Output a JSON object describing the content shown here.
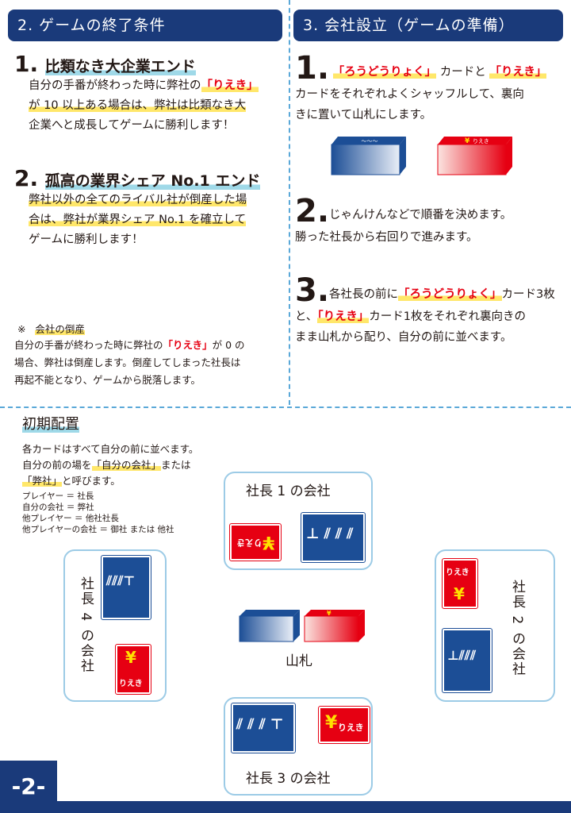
{
  "section2": {
    "header": "2. ゲームの終了条件",
    "rule1": {
      "num": "1.",
      "title": "比類なき大企業エンド",
      "line1_pre": "自分の手番が終わった時に弊社の",
      "line1_key": "「りえき」",
      "line2": "が 10 以上ある場合は、弊社は比類なき大",
      "line3": "企業へと成長してゲームに勝利します！"
    },
    "rule2": {
      "num": "2.",
      "title": "孤高の業界シェア No.1 エンド",
      "line1": "弊社以外の全てのライバル社が倒産した場",
      "line2": "合は、弊社が業界シェア No.1 を確立して",
      "line3": "ゲームに勝利します！"
    },
    "note": {
      "mark": "※",
      "label": "会社の倒産",
      "line1_pre": "自分の手番が終わった時に弊社の",
      "line1_key": "「りえき」",
      "line1_post": "が 0 の",
      "line2": "場合、弊社は倒産します。倒産してしまった社長は",
      "line3": "再起不能となり、ゲームから脱落します。"
    }
  },
  "section3": {
    "header": "3. 会社設立（ゲームの準備）",
    "step1": {
      "num": "1.",
      "key1": "「ろうどうりょく」",
      "mid": "カードと",
      "key2": "「りえき」",
      "line2": "カードをそれぞれよくシャッフルして、裏向",
      "line3": "きに置いて山札にします。"
    },
    "step2": {
      "num": "2.",
      "line1": "じゃんけんなどで順番を決めます。",
      "line2": "勝った社長から右回りで進みます。"
    },
    "step3": {
      "num": "3.",
      "line1_pre": "各社長の前に",
      "key1": "「ろうどうりょく」",
      "line1_post": "カード3枚",
      "line2_pre": "と、",
      "key2": "「りえき」",
      "line2_post": "カード1枚をそれぞれ裏向きの",
      "line3": "まま山札から配り、自分の前に並べます。"
    }
  },
  "initial": {
    "title": "初期配置",
    "desc1": "各カードはすべて自分の前に並べます。",
    "desc2_pre": "自分の前の場を",
    "desc2_key": "「自分の会社」",
    "desc2_post": "または",
    "desc3_key": "「弊社」",
    "desc3_post": "と呼びます。",
    "glossary": [
      "プレイヤー ＝ 社長",
      "自分の会社 ＝ 弊社",
      "他プレイヤー ＝ 他社社長",
      "他プレイヤーの会社 ＝ 御社 または 他社"
    ],
    "company1": "社長 1 の会社",
    "company2": "社長 2 の会社",
    "company3": "社長 3 の会社",
    "company4": "社長 4 の会社",
    "deck_label": "山札",
    "card_rieki": "りえき",
    "card_yen": "¥"
  },
  "page_number": "-2-",
  "colors": {
    "navy": "#1a3a7a",
    "card_blue": "#1c4e96",
    "card_red": "#e60012",
    "highlight_yellow": "#ffe76a",
    "highlight_cyan": "#9fd9e8"
  }
}
